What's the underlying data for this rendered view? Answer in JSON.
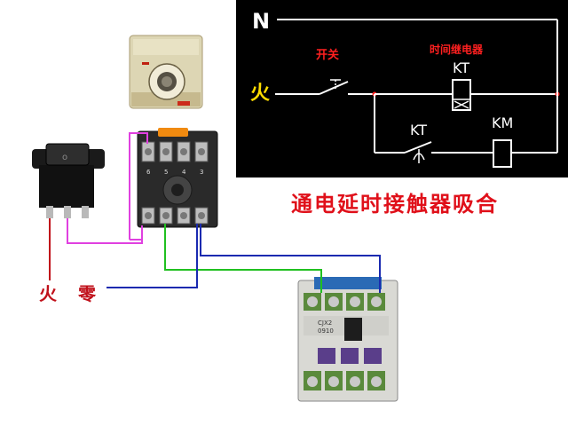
{
  "schematic": {
    "neutral_label": "N",
    "live_label": "火",
    "switch_label": "开关",
    "relay_label": "时间继电器",
    "relay_coil_tag": "KT",
    "relay_contact_tag": "KT",
    "contactor_tag": "KM"
  },
  "caption": "通电延时接触器吸合",
  "wiring": {
    "live_label": "火",
    "neutral_label": "零"
  },
  "relay_socket": {
    "pin_numbers": [
      "6",
      "5",
      "4",
      "3"
    ]
  },
  "contactor": {
    "model_lines": [
      "CJX2",
      "0910"
    ]
  },
  "colors": {
    "live_wire": "#c0101a",
    "pink_wire": "#e040e0",
    "green_wire": "#20c020",
    "blue_wire": "#1a2ab0",
    "caption_red": "#e0101a",
    "schematic_bg": "#000000",
    "schematic_line": "#ffffff",
    "label_red": "#ff2020"
  }
}
